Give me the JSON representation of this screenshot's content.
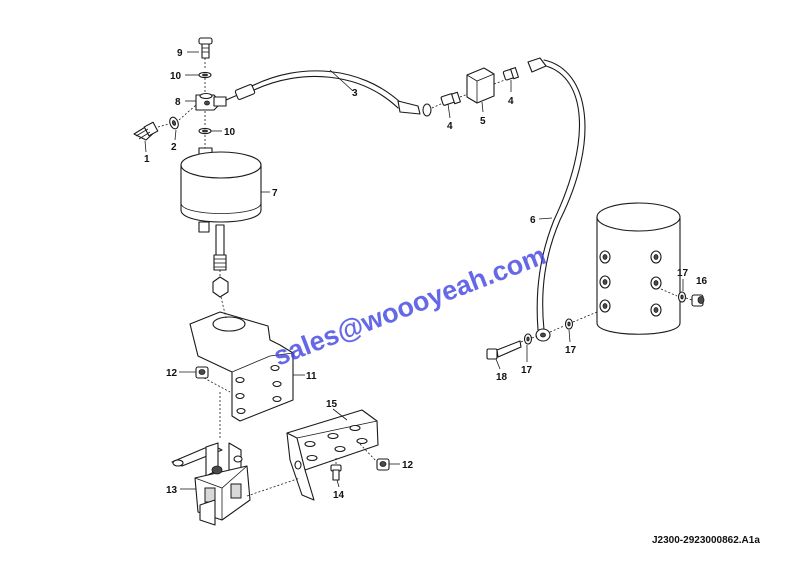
{
  "callouts": [
    {
      "id": "9",
      "label": "9"
    },
    {
      "id": "10a",
      "label": "10"
    },
    {
      "id": "8",
      "label": "8"
    },
    {
      "id": "10b",
      "label": "10"
    },
    {
      "id": "2",
      "label": "2"
    },
    {
      "id": "1",
      "label": "1"
    },
    {
      "id": "3",
      "label": "3"
    },
    {
      "id": "4a",
      "label": "4"
    },
    {
      "id": "5",
      "label": "5"
    },
    {
      "id": "4b",
      "label": "4"
    },
    {
      "id": "7",
      "label": "7"
    },
    {
      "id": "6",
      "label": "6"
    },
    {
      "id": "17a",
      "label": "17"
    },
    {
      "id": "16",
      "label": "16"
    },
    {
      "id": "17b",
      "label": "17"
    },
    {
      "id": "17c",
      "label": "17"
    },
    {
      "id": "18",
      "label": "18"
    },
    {
      "id": "12a",
      "label": "12"
    },
    {
      "id": "11",
      "label": "11"
    },
    {
      "id": "15",
      "label": "15"
    },
    {
      "id": "12b",
      "label": "12"
    },
    {
      "id": "13",
      "label": "13"
    },
    {
      "id": "14",
      "label": "14"
    }
  ],
  "watermark": "sales@woooyeah.com",
  "drawing_code": "J2300-2923000862.A1a"
}
